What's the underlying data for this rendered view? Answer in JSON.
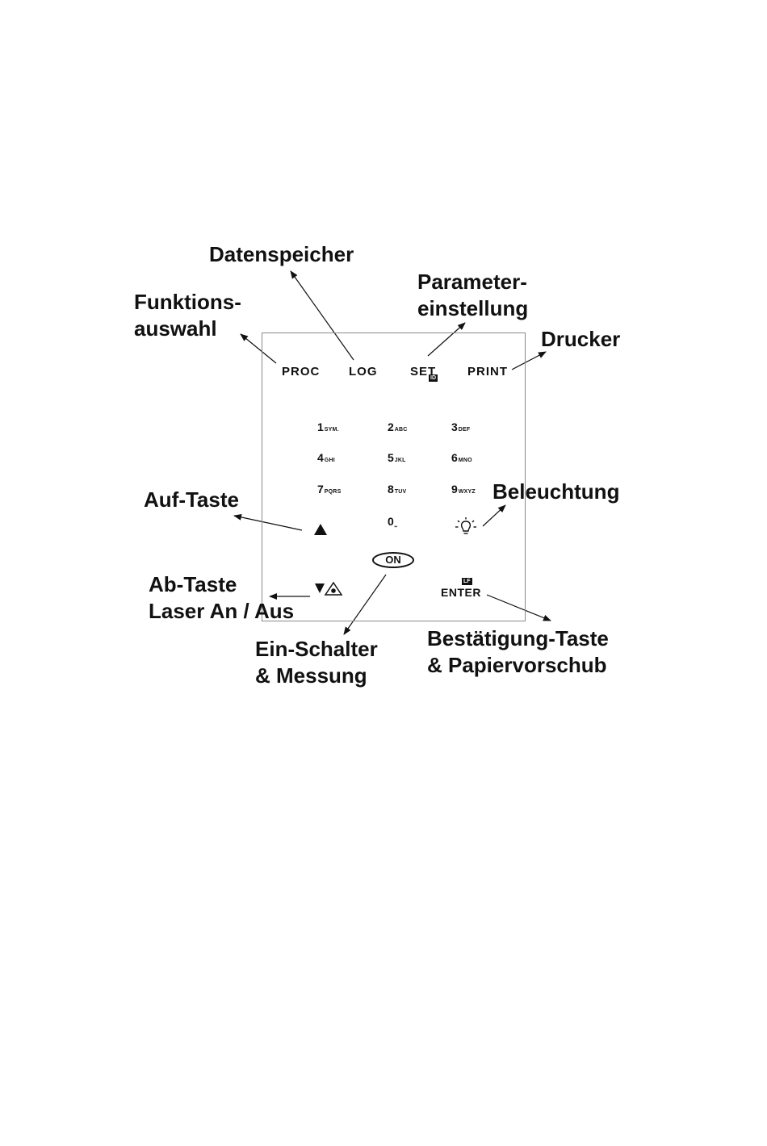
{
  "callouts": {
    "datenspeicher": "Datenspeicher",
    "funktionsauswahl": [
      "Funktions-",
      "auswahl"
    ],
    "parametereinstellung": [
      "Parameter-",
      "einstellung"
    ],
    "drucker": "Drucker",
    "auf_taste": "Auf-Taste",
    "beleuchtung": "Beleuchtung",
    "ab_taste": [
      "Ab-Taste",
      "Laser An / Aus"
    ],
    "ein_schalter": [
      "Ein-Schalter",
      "& Messung"
    ],
    "bestaetigung": [
      "Bestätigung-Taste",
      "& Papiervorschub"
    ]
  },
  "function_keys": {
    "proc": "PROC",
    "log": "LOG",
    "set": "SET",
    "set_badge": "ID",
    "print": "PRINT"
  },
  "keypad": {
    "k1": {
      "digit": "1",
      "letters": "SYM."
    },
    "k2": {
      "digit": "2",
      "letters": "ABC"
    },
    "k3": {
      "digit": "3",
      "letters": "DEF"
    },
    "k4": {
      "digit": "4",
      "letters": "GHI"
    },
    "k5": {
      "digit": "5",
      "letters": "JKL"
    },
    "k6": {
      "digit": "6",
      "letters": "MNO"
    },
    "k7": {
      "digit": "7",
      "letters": "PQRS"
    },
    "k8": {
      "digit": "8",
      "letters": "TUV"
    },
    "k9": {
      "digit": "9",
      "letters": "WXYZ"
    },
    "k0": {
      "digit": "0",
      "letters": "⎵"
    }
  },
  "on_key": "ON",
  "enter_key": "ENTER",
  "enter_badge": "LF",
  "icons": [
    "up-arrow-icon",
    "down-arrow-icon",
    "laser-icon",
    "light-bulb-icon"
  ]
}
